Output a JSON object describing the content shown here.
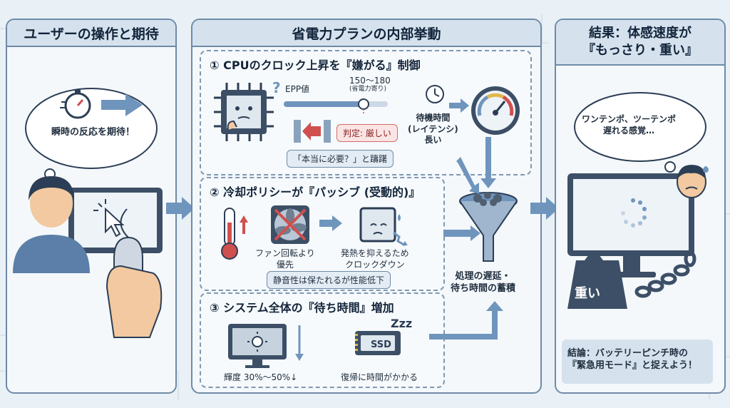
{
  "left_panel": {
    "title": "ユーザーの操作と期待",
    "thought": "瞬時の反応を期待！"
  },
  "center_panel": {
    "title": "省電力プランの内部挙動",
    "section1": {
      "title": "① CPUのクロック上昇を『嫌がる』制御",
      "epp_label": "EPP値",
      "epp_range": "150〜180",
      "epp_note": "(省電力寄り)",
      "judgement": "判定: 厳しい",
      "hesitation": "「本当に必要？」と躊躇",
      "latency": "待機時間\n(レイテンシ)\n長い"
    },
    "section2": {
      "title": "② 冷却ポリシーが『パッシブ (受動的)』",
      "fan_label": "ファン回転より\n優先",
      "clock_label": "発熱を抑えるため\nクロックダウン",
      "summary": "静音性は保たれるが性能低下"
    },
    "section3": {
      "title": "③ システム全体の『待ち時間』増加",
      "brightness": "輝度 30%〜50%↓",
      "ssd_text": "SSD",
      "sleep_text": "Zzz",
      "resume": "復帰に時間がかかる"
    },
    "funnel_label": "処理の遅延・\n待ち時間の蓄積"
  },
  "right_panel": {
    "title": "結果：体感速度が\n『もっさり・重い』",
    "thought": "ワンテンポ、ツーテンポ\n遅れる感覚…",
    "weight": "重い",
    "conclusion": "結論：バッテリーピンチ時の\n『緊急用モード』と捉えよう！"
  },
  "colors": {
    "panel_border": "#6e8aa6",
    "header_bg": "#d5e2ee",
    "accent_blue": "#6f95bd",
    "alert_red": "#d05050"
  }
}
